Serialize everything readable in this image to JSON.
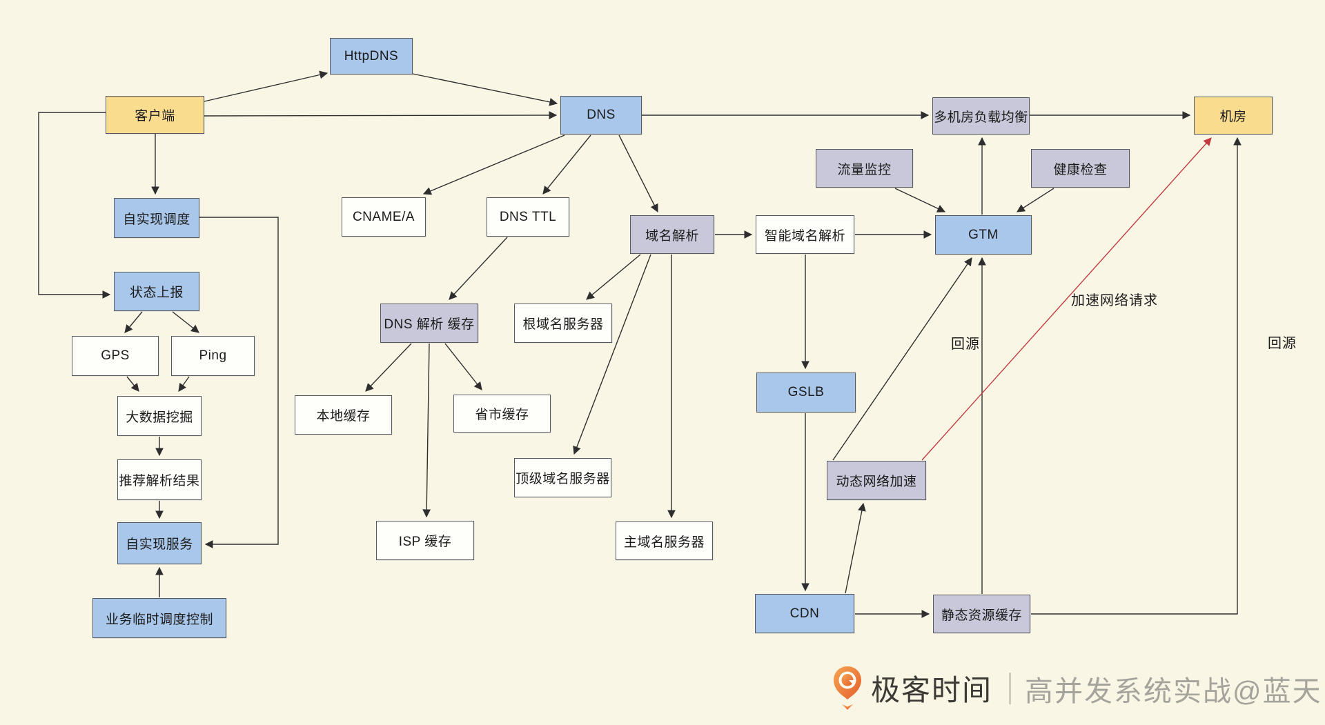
{
  "colors": {
    "bg": "#faf6e6",
    "line": "#2e2e2e",
    "red": "#c23b3f",
    "node_blue": "#a9c7eb",
    "node_yellow": "#f9dc8e",
    "node_lavender": "#c8c8da",
    "node_white": "#fefefb",
    "border": "#55585e",
    "text": "#1b1b1b",
    "brand_orange": "#e8632b",
    "watermark_gray": "#a5a49c"
  },
  "nodes": {
    "httpdns": {
      "label": "HttpDNS",
      "type": "blue"
    },
    "kehuduan": {
      "label": "客户端",
      "type": "yellow"
    },
    "dns": {
      "label": "DNS",
      "type": "blue"
    },
    "duojifang": {
      "label": "多机房负载均衡",
      "type": "lavender"
    },
    "jifang": {
      "label": "机房",
      "type": "yellow"
    },
    "liuliang": {
      "label": "流量监控",
      "type": "lavender"
    },
    "jiankang": {
      "label": "健康检查",
      "type": "lavender"
    },
    "zishixian_diaodu": {
      "label": "自实现调度",
      "type": "blue"
    },
    "cname": {
      "label": "CNAME/A",
      "type": "white"
    },
    "dnsttl": {
      "label": "DNS TTL",
      "type": "white"
    },
    "yumingjiexi": {
      "label": "域名解析",
      "type": "lavender"
    },
    "zhineng": {
      "label": "智能域名解析",
      "type": "white"
    },
    "gtm": {
      "label": "GTM",
      "type": "blue"
    },
    "zhuangtai": {
      "label": "状态上报",
      "type": "blue"
    },
    "dnscache": {
      "label": "DNS 解析 缓存",
      "type": "lavender"
    },
    "genyuming": {
      "label": "根域名服务器",
      "type": "white"
    },
    "gps": {
      "label": "GPS",
      "type": "white"
    },
    "ping": {
      "label": "Ping",
      "type": "white"
    },
    "gslb": {
      "label": "GSLB",
      "type": "blue"
    },
    "dashuju": {
      "label": "大数据挖掘",
      "type": "white"
    },
    "bendi": {
      "label": "本地缓存",
      "type": "white"
    },
    "shengshi": {
      "label": "省市缓存",
      "type": "white"
    },
    "dingji": {
      "label": "顶级域名服务器",
      "type": "white"
    },
    "dongtai": {
      "label": "动态网络加速",
      "type": "lavender"
    },
    "tuijian": {
      "label": "推荐解析结果",
      "type": "white"
    },
    "zishixian_fuwu": {
      "label": "自实现服务",
      "type": "blue"
    },
    "isp": {
      "label": "ISP 缓存",
      "type": "white"
    },
    "zhuyuming": {
      "label": "主域名服务器",
      "type": "white"
    },
    "cdn": {
      "label": "CDN",
      "type": "blue"
    },
    "jingtai": {
      "label": "静态资源缓存",
      "type": "lavender"
    },
    "yewu": {
      "label": "业务临时调度控制",
      "type": "blue"
    }
  },
  "edge_labels": {
    "jiasu": "加速网络请求",
    "huiyuan_gtm": "回源",
    "huiyuan_jifang": "回源"
  },
  "edges": [
    {
      "from": "客户端",
      "to": "HttpDNS"
    },
    {
      "from": "HttpDNS",
      "to": "DNS"
    },
    {
      "from": "客户端",
      "to": "DNS"
    },
    {
      "from": "DNS",
      "to": "多机房负载均衡"
    },
    {
      "from": "多机房负载均衡",
      "to": "机房"
    },
    {
      "from": "客户端",
      "to": "自实现调度"
    },
    {
      "from": "客户端",
      "to": "状态上报"
    },
    {
      "from": "自实现调度",
      "to": "自实现服务"
    },
    {
      "from": "状态上报",
      "to": "GPS"
    },
    {
      "from": "状态上报",
      "to": "Ping"
    },
    {
      "from": "GPS",
      "to": "大数据挖掘"
    },
    {
      "from": "Ping",
      "to": "大数据挖掘"
    },
    {
      "from": "大数据挖掘",
      "to": "推荐解析结果"
    },
    {
      "from": "推荐解析结果",
      "to": "自实现服务"
    },
    {
      "from": "业务临时调度控制",
      "to": "自实现服务"
    },
    {
      "from": "DNS",
      "to": "CNAME/A"
    },
    {
      "from": "DNS",
      "to": "DNS TTL"
    },
    {
      "from": "DNS",
      "to": "域名解析"
    },
    {
      "from": "DNS TTL",
      "to": "DNS 解析 缓存"
    },
    {
      "from": "DNS 解析 缓存",
      "to": "本地缓存"
    },
    {
      "from": "DNS 解析 缓存",
      "to": "省市缓存"
    },
    {
      "from": "DNS 解析 缓存",
      "to": "ISP 缓存"
    },
    {
      "from": "域名解析",
      "to": "根域名服务器"
    },
    {
      "from": "域名解析",
      "to": "顶级域名服务器"
    },
    {
      "from": "域名解析",
      "to": "主域名服务器"
    },
    {
      "from": "域名解析",
      "to": "智能域名解析"
    },
    {
      "from": "智能域名解析",
      "to": "GTM"
    },
    {
      "from": "智能域名解析",
      "to": "GSLB"
    },
    {
      "from": "流量监控",
      "to": "GTM"
    },
    {
      "from": "健康检查",
      "to": "GTM"
    },
    {
      "from": "GTM",
      "to": "多机房负载均衡"
    },
    {
      "from": "GSLB",
      "to": "CDN"
    },
    {
      "from": "CDN",
      "to": "动态网络加速"
    },
    {
      "from": "CDN",
      "to": "静态资源缓存"
    },
    {
      "from": "静态资源缓存",
      "to": "GTM",
      "label": "回源"
    },
    {
      "from": "动态网络加速",
      "to": "GTM"
    },
    {
      "from": "动态网络加速",
      "to": "机房",
      "label": "加速网络请求",
      "color": "#c23b3f"
    },
    {
      "from": "静态资源缓存",
      "to": "机房",
      "label": "回源"
    }
  ],
  "footer": {
    "brand": "极客时间",
    "watermark": "高并发系统实战@蓝天"
  }
}
